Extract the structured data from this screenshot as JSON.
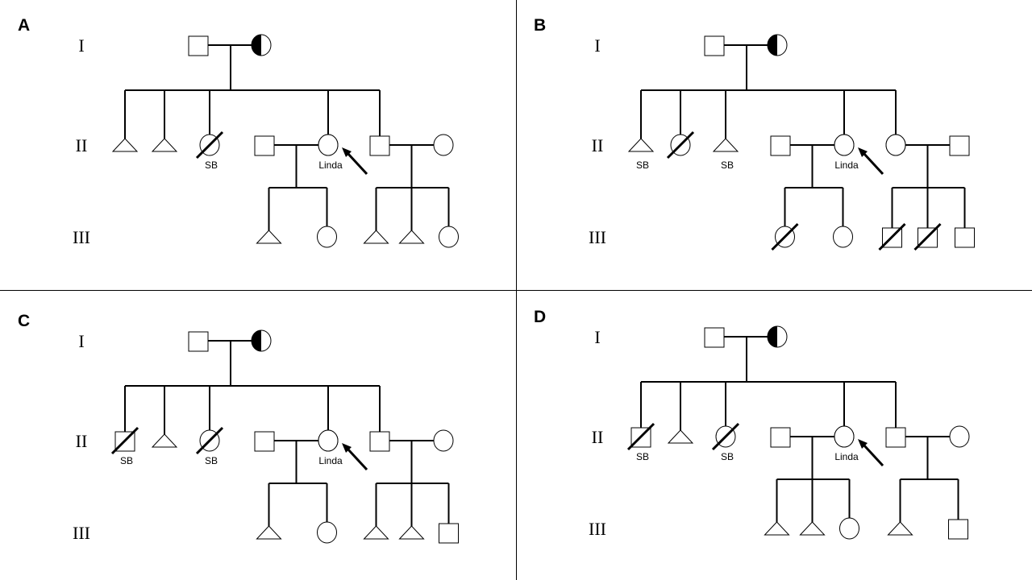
{
  "generation_labels": [
    "I",
    "II",
    "III"
  ],
  "panels": [
    {
      "id": "A",
      "label": "A",
      "gen1": [
        {
          "sex": "male",
          "status": "unaffected"
        },
        {
          "sex": "female",
          "status": "carrier"
        }
      ],
      "gen2": [
        {
          "sex": "unknown",
          "deceased": false,
          "label": ""
        },
        {
          "sex": "unknown",
          "deceased": false,
          "label": ""
        },
        {
          "sex": "female",
          "deceased": true,
          "label": "SB"
        },
        {
          "sex": "female",
          "deceased": false,
          "label": "Linda",
          "proband": true,
          "spouse": {
            "sex": "male",
            "side": "left"
          }
        },
        {
          "sex": "male",
          "deceased": false,
          "label": "",
          "spouse": {
            "sex": "female",
            "side": "right"
          }
        }
      ],
      "gen3": [
        {
          "parent_index": 3,
          "children": [
            {
              "sex": "unknown",
              "deceased": false
            },
            {
              "sex": "female",
              "deceased": false
            }
          ]
        },
        {
          "parent_index": 4,
          "children": [
            {
              "sex": "unknown",
              "deceased": false
            },
            {
              "sex": "unknown",
              "deceased": false
            },
            {
              "sex": "female",
              "deceased": false
            }
          ]
        }
      ]
    },
    {
      "id": "B",
      "label": "B",
      "gen1": [
        {
          "sex": "male",
          "status": "unaffected"
        },
        {
          "sex": "female",
          "status": "carrier"
        }
      ],
      "gen2": [
        {
          "sex": "unknown",
          "deceased": false,
          "label": "SB"
        },
        {
          "sex": "female",
          "deceased": true,
          "label": ""
        },
        {
          "sex": "unknown",
          "deceased": false,
          "label": "SB"
        },
        {
          "sex": "female",
          "deceased": false,
          "label": "Linda",
          "proband": true,
          "spouse": {
            "sex": "male",
            "side": "left"
          }
        },
        {
          "sex": "female",
          "deceased": false,
          "label": "",
          "spouse": {
            "sex": "male",
            "side": "right"
          }
        }
      ],
      "gen3": [
        {
          "parent_index": 3,
          "children": [
            {
              "sex": "female",
              "deceased": true
            },
            {
              "sex": "female",
              "deceased": false
            }
          ]
        },
        {
          "parent_index": 4,
          "children": [
            {
              "sex": "male",
              "deceased": true
            },
            {
              "sex": "male",
              "deceased": true
            },
            {
              "sex": "male",
              "deceased": false
            }
          ]
        }
      ]
    },
    {
      "id": "C",
      "label": "C",
      "gen1": [
        {
          "sex": "male",
          "status": "unaffected"
        },
        {
          "sex": "female",
          "status": "carrier"
        }
      ],
      "gen2": [
        {
          "sex": "male",
          "deceased": true,
          "label": "SB"
        },
        {
          "sex": "unknown",
          "deceased": false,
          "label": ""
        },
        {
          "sex": "female",
          "deceased": true,
          "label": "SB"
        },
        {
          "sex": "female",
          "deceased": false,
          "label": "Linda",
          "proband": true,
          "spouse": {
            "sex": "male",
            "side": "left"
          }
        },
        {
          "sex": "male",
          "deceased": false,
          "label": "",
          "spouse": {
            "sex": "female",
            "side": "right"
          }
        }
      ],
      "gen3": [
        {
          "parent_index": 3,
          "children": [
            {
              "sex": "unknown",
              "deceased": false
            },
            {
              "sex": "female",
              "deceased": false
            }
          ]
        },
        {
          "parent_index": 4,
          "children": [
            {
              "sex": "unknown",
              "deceased": false
            },
            {
              "sex": "unknown",
              "deceased": false
            },
            {
              "sex": "male",
              "deceased": false
            }
          ]
        }
      ]
    },
    {
      "id": "D",
      "label": "D",
      "gen1": [
        {
          "sex": "male",
          "status": "unaffected"
        },
        {
          "sex": "female",
          "status": "carrier"
        }
      ],
      "gen2": [
        {
          "sex": "male",
          "deceased": true,
          "label": "SB"
        },
        {
          "sex": "unknown",
          "deceased": false,
          "label": ""
        },
        {
          "sex": "female",
          "deceased": true,
          "label": "SB"
        },
        {
          "sex": "female",
          "deceased": false,
          "label": "Linda",
          "proband": true,
          "spouse": {
            "sex": "male",
            "side": "left"
          }
        },
        {
          "sex": "male",
          "deceased": false,
          "label": "",
          "spouse": {
            "sex": "female",
            "side": "right"
          }
        }
      ],
      "gen3": [
        {
          "parent_index": 3,
          "children": [
            {
              "sex": "unknown",
              "deceased": false
            },
            {
              "sex": "unknown",
              "deceased": false
            },
            {
              "sex": "female",
              "deceased": false
            }
          ]
        },
        {
          "parent_index": 4,
          "children": [
            {
              "sex": "unknown",
              "deceased": false
            },
            {
              "sex": "male",
              "deceased": false
            }
          ]
        }
      ]
    }
  ]
}
